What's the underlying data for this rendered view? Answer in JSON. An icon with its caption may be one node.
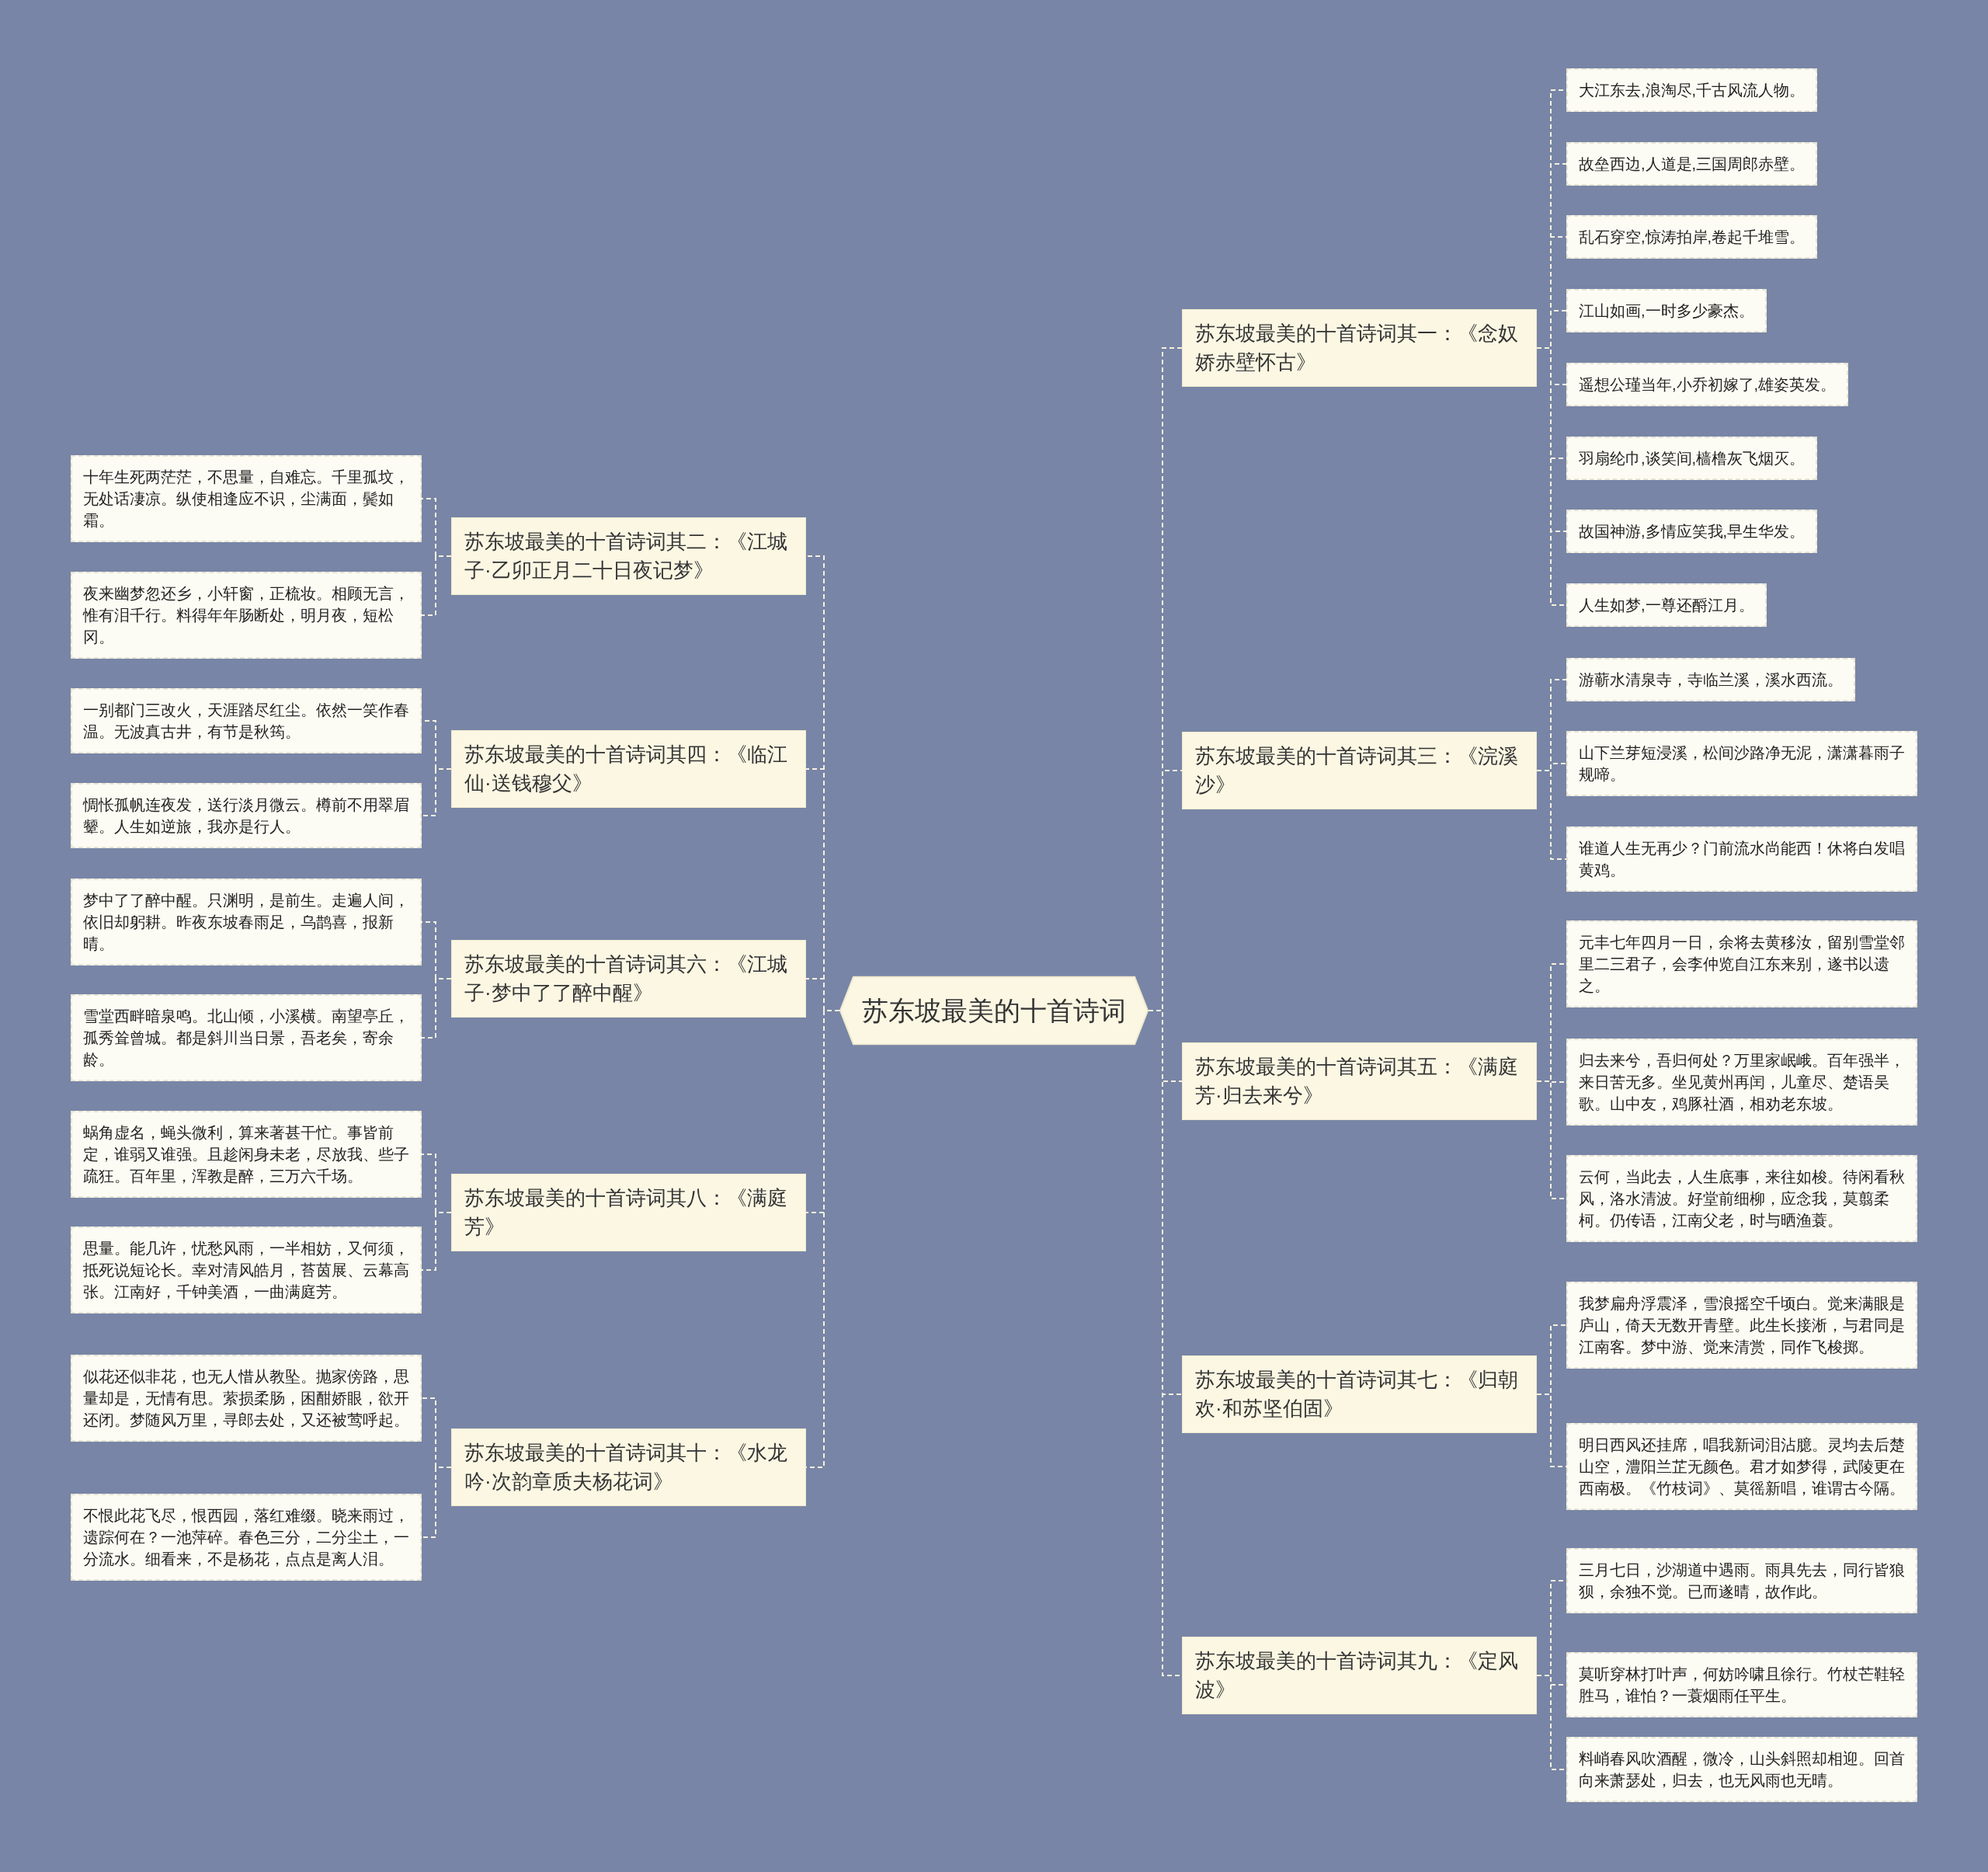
{
  "diagram": {
    "nodes": [
      {
        "text": [
          "苏东坡最美的十首诗词"
        ]
      },
      {
        "text": [
          "苏东坡最美的十首诗词其一：《念奴娇赤壁怀古》"
        ]
      },
      {
        "text": [
          "大江东去,浪淘尽,千古风流人物。"
        ]
      },
      {
        "text": [
          "故垒西边,人道是,三国周郎赤壁。"
        ]
      },
      {
        "text": [
          "乱石穿空,惊涛拍岸,卷起千堆雪。"
        ]
      },
      {
        "text": [
          "江山如画,一时多少豪杰。"
        ]
      },
      {
        "text": [
          "遥想公瑾当年,小乔初嫁了,雄姿英发。"
        ]
      },
      {
        "text": [
          "羽扇纶巾,谈笑间,樯橹灰飞烟灭。"
        ]
      },
      {
        "text": [
          "故国神游,多情应笑我,早生华发。"
        ]
      },
      {
        "text": [
          "人生如梦,一尊还酹江月。"
        ]
      },
      {
        "text": [
          "苏东坡最美的十首诗词其二：《江城子·乙卯正月二十日夜记梦》"
        ]
      },
      {
        "text": [
          "十年生死两茫茫，不思量，自难忘。千里孤坟，无处话凄凉。纵使相逢应不识，尘满面，鬓如霜。"
        ]
      },
      {
        "text": [
          "夜来幽梦忽还乡，小轩窗，正梳妆。相顾无言，惟有泪千行。料得年年肠断处，明月夜，短松冈。"
        ]
      },
      {
        "text": [
          "苏东坡最美的十首诗词其三：《浣溪沙》"
        ]
      },
      {
        "text": [
          "游蕲水清泉寺，寺临兰溪，溪水西流。"
        ]
      },
      {
        "text": [
          "山下兰芽短浸溪，松间沙路净无泥，潇潇暮雨子规啼。"
        ]
      },
      {
        "text": [
          "谁道人生无再少？门前流水尚能西！休将白发唱黄鸡。"
        ]
      },
      {
        "text": [
          "苏东坡最美的十首诗词其四：《临江仙·送钱穆父》"
        ]
      },
      {
        "text": [
          "一别都门三改火，天涯踏尽红尘。依然一笑作春温。无波真古井，有节是秋筠。"
        ]
      },
      {
        "text": [
          "惆怅孤帆连夜发，送行淡月微云。樽前不用翠眉颦。人生如逆旅，我亦是行人。"
        ]
      },
      {
        "text": [
          "苏东坡最美的十首诗词其五：《满庭芳·归去来兮》"
        ]
      },
      {
        "text": [
          "元丰七年四月一日，余将去黄移汝，留别雪堂邻里二三君子，会李仲览自江东来别，遂书以遗之。"
        ]
      },
      {
        "text": [
          "归去来兮，吾归何处？万里家岷峨。百年强半，来日苦无多。坐见黄州再闰，儿童尽、楚语吴歌。山中友，鸡豚社酒，相劝老东坡。"
        ]
      },
      {
        "text": [
          "云何，当此去，人生底事，来往如梭。待闲看秋风，洛水清波。好堂前细柳，应念我，莫翦柔柯。仍传语，江南父老，时与晒渔蓑。"
        ]
      },
      {
        "text": [
          "苏东坡最美的十首诗词其六：《江城子·梦中了了醉中醒》"
        ]
      },
      {
        "text": [
          "梦中了了醉中醒。只渊明，是前生。走遍人间，依旧却躬耕。昨夜东坡春雨足，乌鹊喜，报新晴。"
        ]
      },
      {
        "text": [
          "雪堂西畔暗泉鸣。北山倾，小溪横。南望亭丘，孤秀耸曾城。都是斜川当日景，吾老矣，寄余龄。"
        ]
      },
      {
        "text": [
          "苏东坡最美的十首诗词其七：《归朝欢·和苏坚伯固》"
        ]
      },
      {
        "text": [
          "我梦扁舟浮震泽，雪浪摇空千顷白。觉来满眼是庐山，倚天无数开青壁。此生长接淅，与君同是江南客。梦中游、觉来清赏，同作飞梭掷。"
        ]
      },
      {
        "text": [
          "明日西风还挂席，唱我新词泪沾臆。灵均去后楚山空，澧阳兰芷无颜色。君才如梦得，武陵更在西南极。《竹枝词》、莫徭新唱，谁谓古今隔。"
        ]
      },
      {
        "text": [
          "苏东坡最美的十首诗词其八：《满庭芳》"
        ]
      },
      {
        "text": [
          "蜗角虚名，蝇头微利，算来著甚干忙。事皆前定，谁弱又谁强。且趁闲身未老，尽放我、些子疏狂。百年里，浑教是醉，三万六千场。"
        ]
      },
      {
        "text": [
          "思量。能几许，忧愁风雨，一半相妨，又何须，抵死说短论长。幸对清风皓月，苔茵展、云幕高张。江南好，千钟美酒，一曲满庭芳。"
        ]
      },
      {
        "text": [
          "苏东坡最美的十首诗词其九：《定风波》"
        ]
      },
      {
        "text": [
          "三月七日，沙湖道中遇雨。雨具先去，同行皆狼狈，余独不觉。已而遂晴，故作此。"
        ]
      },
      {
        "text": [
          "莫听穿林打叶声，何妨吟啸且徐行。竹杖芒鞋轻胜马，谁怕？一蓑烟雨任平生。"
        ]
      },
      {
        "text": [
          "料峭春风吹酒醒，微冷，山头斜照却相迎。回首向来萧瑟处，归去，也无风雨也无晴。"
        ]
      },
      {
        "text": [
          "苏东坡最美的十首诗词其十：《水龙吟·次韵章质夫杨花词》"
        ]
      },
      {
        "text": [
          "似花还似非花，也无人惜从教坠。抛家傍路，思量却是，无情有思。萦损柔肠，困酣娇眼，欲开还闭。梦随风万里，寻郎去处，又还被莺呼起。"
        ]
      },
      {
        "text": [
          "不恨此花飞尽，恨西园，落红难缀。晓来雨过，遗踪何在？一池萍碎。春色三分，二分尘土，一分流水。细看来，不是杨花，点点是离人泪。"
        ]
      }
    ],
    "edges": [
      {
        "from": 0,
        "to": 1,
        "arrow": "none"
      },
      {
        "from": 1,
        "to": 2,
        "arrow": "none"
      },
      {
        "from": 1,
        "to": 3,
        "arrow": "none"
      },
      {
        "from": 1,
        "to": 4,
        "arrow": "none"
      },
      {
        "from": 1,
        "to": 5,
        "arrow": "none"
      },
      {
        "from": 1,
        "to": 6,
        "arrow": "none"
      },
      {
        "from": 1,
        "to": 7,
        "arrow": "none"
      },
      {
        "from": 1,
        "to": 8,
        "arrow": "none"
      },
      {
        "from": 1,
        "to": 9,
        "arrow": "none"
      },
      {
        "from": 0,
        "to": 10,
        "arrow": "none"
      },
      {
        "from": 10,
        "to": 11,
        "arrow": "none"
      },
      {
        "from": 10,
        "to": 12,
        "arrow": "none"
      },
      {
        "from": 0,
        "to": 13,
        "arrow": "none"
      },
      {
        "from": 13,
        "to": 14,
        "arrow": "none"
      },
      {
        "from": 13,
        "to": 15,
        "arrow": "none"
      },
      {
        "from": 13,
        "to": 16,
        "arrow": "none"
      },
      {
        "from": 0,
        "to": 17,
        "arrow": "none"
      },
      {
        "from": 17,
        "to": 18,
        "arrow": "none"
      },
      {
        "from": 17,
        "to": 19,
        "arrow": "none"
      },
      {
        "from": 0,
        "to": 20,
        "arrow": "none"
      },
      {
        "from": 20,
        "to": 21,
        "arrow": "none"
      },
      {
        "from": 20,
        "to": 22,
        "arrow": "none"
      },
      {
        "from": 20,
        "to": 23,
        "arrow": "none"
      },
      {
        "from": 0,
        "to": 24,
        "arrow": "none"
      },
      {
        "from": 24,
        "to": 25,
        "arrow": "none"
      },
      {
        "from": 24,
        "to": 26,
        "arrow": "none"
      },
      {
        "from": 0,
        "to": 27,
        "arrow": "none"
      },
      {
        "from": 27,
        "to": 28,
        "arrow": "none"
      },
      {
        "from": 27,
        "to": 29,
        "arrow": "none"
      },
      {
        "from": 0,
        "to": 30,
        "arrow": "none"
      },
      {
        "from": 30,
        "to": 31,
        "arrow": "none"
      },
      {
        "from": 30,
        "to": 32,
        "arrow": "none"
      },
      {
        "from": 0,
        "to": 33,
        "arrow": "none"
      },
      {
        "from": 33,
        "to": 34,
        "arrow": "none"
      },
      {
        "from": 33,
        "to": 35,
        "arrow": "none"
      },
      {
        "from": 33,
        "to": 36,
        "arrow": "none"
      },
      {
        "from": 0,
        "to": 37,
        "arrow": "none"
      },
      {
        "from": 37,
        "to": 38,
        "arrow": "none"
      },
      {
        "from": 37,
        "to": 39,
        "arrow": "none"
      }
    ]
  }
}
